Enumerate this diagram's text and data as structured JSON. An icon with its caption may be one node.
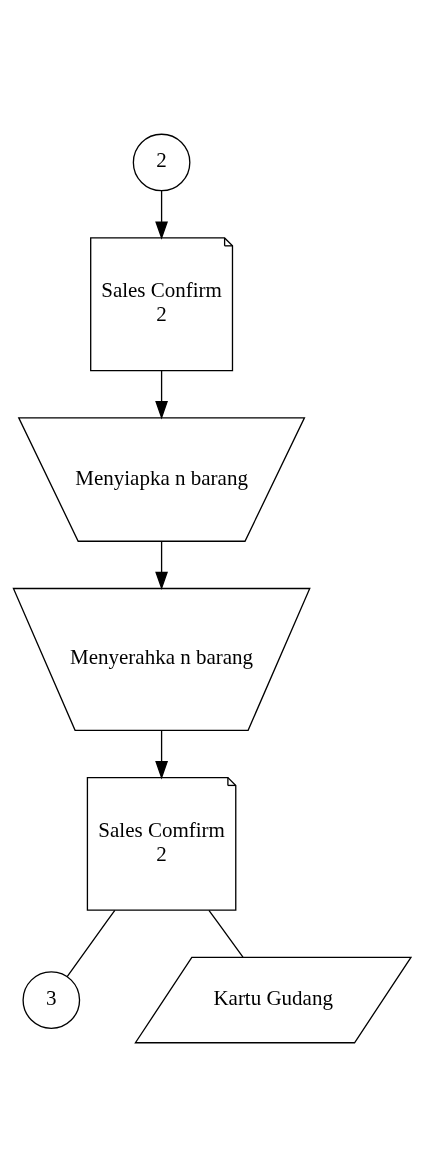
{
  "diagram": {
    "nodes": [
      {
        "text": [
          "2"
        ]
      },
      {
        "text": [
          "Sales Confirm",
          "2"
        ]
      },
      {
        "text": [
          "Menyiapka n barang"
        ]
      },
      {
        "text": [
          "Menyerahka n barang"
        ]
      },
      {
        "text": [
          "Sales Comfirm",
          "2"
        ]
      },
      {
        "text": [
          "3"
        ]
      },
      {
        "text": [
          "Kartu Gudang"
        ]
      }
    ],
    "edges": [
      {
        "from": 0,
        "to": 1,
        "arrow": "to"
      },
      {
        "from": 1,
        "to": 2,
        "arrow": "to"
      },
      {
        "from": 2,
        "to": 3,
        "arrow": "to"
      },
      {
        "from": 3,
        "to": 4,
        "arrow": "to"
      },
      {
        "from": 4,
        "to": 5,
        "arrow": "none"
      },
      {
        "from": 4,
        "to": 6,
        "arrow": "none"
      }
    ]
  }
}
